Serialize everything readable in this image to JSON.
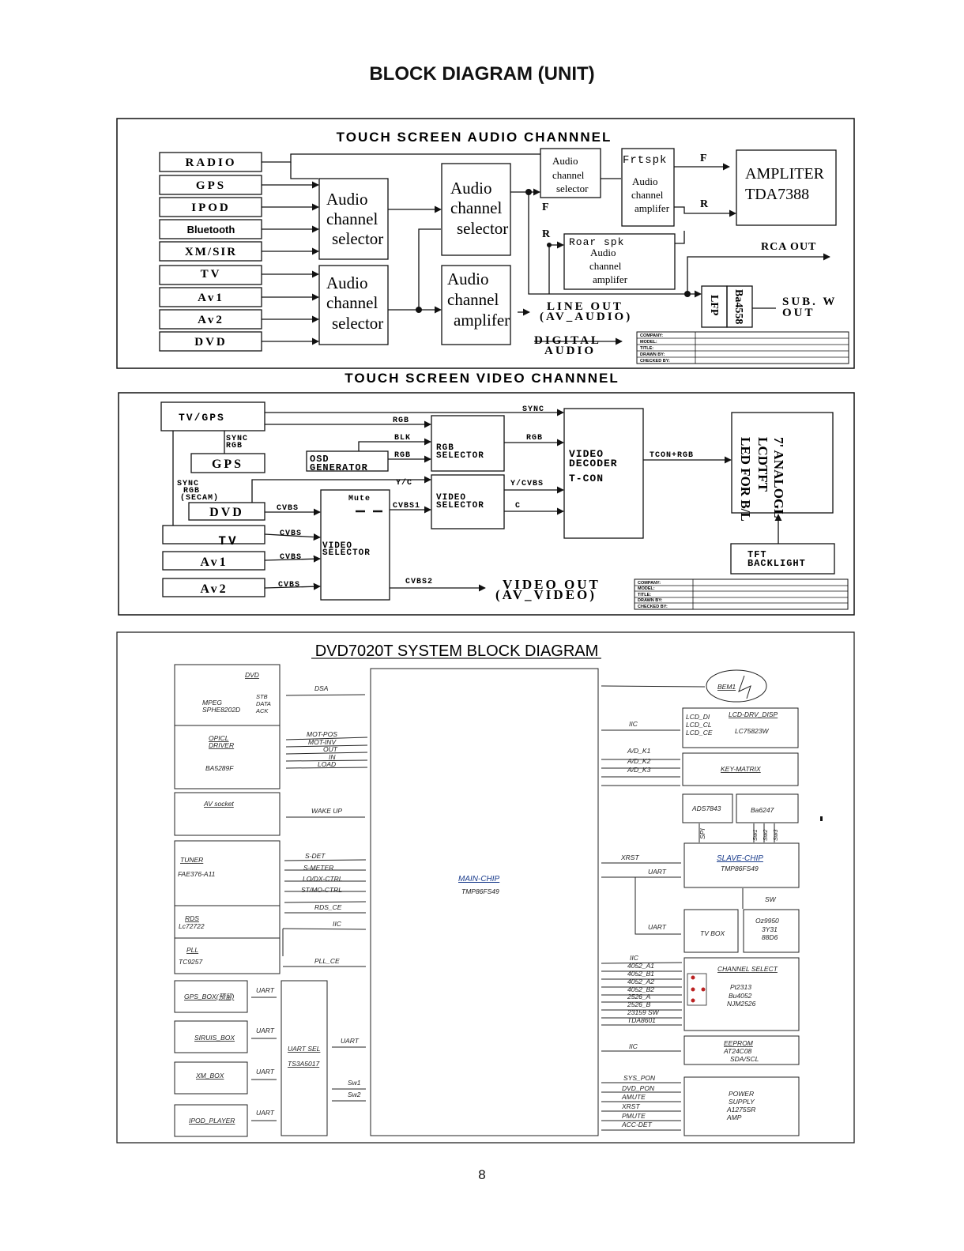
{
  "page": {
    "title": "BLOCK DIAGRAM (UNIT)",
    "page_number": "8"
  },
  "audio": {
    "title": "TOUCH SCREEN AUDIO CHANNNEL",
    "inputs": [
      "RADIO",
      "GPS",
      "IPOD",
      "Bluetooth",
      "XM/SIR",
      "TV",
      "Av1",
      "Av2",
      "DVD"
    ],
    "sel1": [
      "Audio",
      "channel",
      "selector"
    ],
    "sel2": [
      "Audio",
      "channel",
      "selector"
    ],
    "sel3": [
      "Audio",
      "channel",
      "selector"
    ],
    "amp_main": [
      "Audio",
      "channel",
      "amplifer"
    ],
    "amp_rear_label": "Roar spk",
    "amp_rear": [
      "Audio",
      "channel",
      "amplifer"
    ],
    "frt_label": "Frtspk",
    "amp_front": [
      "Audio",
      "channel",
      "amplifer"
    ],
    "ampliter": [
      "AMPLITER",
      "TDA7388"
    ],
    "f1": "F",
    "f2": "F",
    "r1": "R",
    "r2": "R",
    "rca_out": "RCA OUT",
    "lfp": "LFP",
    "ba": "Ba4558",
    "sub_out": [
      "SUB. W",
      "OUT"
    ],
    "line_out": [
      "LINE OUT",
      "(AV_AUDIO)"
    ],
    "digital_audio": [
      "DIGITAL",
      "AUDIO"
    ],
    "titleblock": [
      "COMPANY:",
      "MODEL:",
      "TITLE:",
      "DRAWN BY:",
      "CHECKED BY:"
    ]
  },
  "video": {
    "title": "TOUCH SCREEN VIDEO  CHANNNEL",
    "tvgps": "TV/GPS",
    "gps": "GPS",
    "dvd": "DVD",
    "tv": "TV",
    "av1": "Av1",
    "av2": "Av2",
    "sync_rgb": [
      "SYNC",
      "RGB"
    ],
    "sync_rgb_secam": [
      "SYNC",
      "RGB",
      "(SECAM)"
    ],
    "osd": [
      "OSD",
      "GENERATOR"
    ],
    "rgb_selector": [
      "RGB",
      "SELECTOR"
    ],
    "video_selector": [
      "VIDEO",
      "SELECTOR"
    ],
    "video_selector_low": [
      "VIDEO",
      "SELECTOR"
    ],
    "decoder": [
      "VIDEO",
      "DECODER",
      "T-CON"
    ],
    "lcd": [
      "7' ANALOGL",
      "LCDTFT",
      "LED FOR B/L"
    ],
    "backlight": [
      "TFT",
      "BACKLIGHT"
    ],
    "mute": "Mute",
    "lbl_rgb1": "RGB",
    "lbl_blk": "BLK",
    "lbl_rgb2": "RGB",
    "lbl_sync": "SYNC",
    "lbl_rgb3": "RGB",
    "lbl_yc": "Y/C",
    "lbl_ycvbs": "Y/CVBS",
    "lbl_c": "C",
    "lbl_tcon": "TCON+RGB",
    "lbl_cvbs1": "CVBS1",
    "lbl_cvbs_dvd": "CVBS",
    "lbl_cvbs_tv": "CVBS",
    "lbl_cvbs_av1": "CVBS",
    "lbl_cvbs_av2": "CVBS",
    "lbl_cvbs2": "CVBS2",
    "video_out": [
      "VIDEO OUT",
      "(AV_VIDEO)"
    ],
    "titleblock": [
      "COMPANY:",
      "MODEL:",
      "TITLE:",
      "DRAWN BY:",
      "CHECKED BY:"
    ]
  },
  "system": {
    "title": "DVD7020T SYSTEM BLOCK DIAGRAM",
    "dvd": {
      "title": "DVD",
      "mpeg": [
        "MPEG",
        "SPHE8202D"
      ],
      "sigs": [
        "STB",
        "DATA",
        "ACK"
      ]
    },
    "opicl": {
      "title": [
        "OPICL",
        "DRIVER"
      ],
      "part": "BA5289F"
    },
    "av_socket": "AV socket",
    "tuner": {
      "title": "TUNER",
      "part": "FAE376-A11"
    },
    "rds": {
      "title": "RDS",
      "part": "Lc72722"
    },
    "pll": {
      "title": "PLL",
      "part": "TC9257"
    },
    "boxes_left": [
      "GPS_BOX(预留)",
      "SIRUIS_BOX",
      "XM_BOX",
      "IPOD_PLAYER"
    ],
    "uart_left": [
      "UART",
      "UART",
      "UART",
      "UART"
    ],
    "uart_sel": [
      "UART SEL",
      "TS3A5017"
    ],
    "uart_sel_out": "UART",
    "sw1": "Sw1",
    "sw2": "Sw2",
    "sig_dsa": "DSA",
    "sig_mot": [
      "MOT-POS",
      "MOT-INV",
      "OUT",
      "IN",
      "LOAD"
    ],
    "sig_wake": "WAKE UP",
    "sig_tuner": [
      "S-DET",
      "S-METER",
      "LO/DX-CTRL",
      "ST/MO-CTRL",
      "RDS_CE"
    ],
    "sig_iic_rds": "IIC",
    "sig_pll": "PLL_CE",
    "main_chip": {
      "title": "MAIN-CHIP",
      "part": "TMP86FS49"
    },
    "bem": "BEM1",
    "lcd": {
      "title": "LCD-DRV_DISP",
      "part": "LC75823W",
      "sigs": [
        "LCD_DI",
        "LCD_CL",
        "LCD_CE"
      ]
    },
    "iic1": "IIC",
    "ad": [
      "A/D_K1",
      "A/D_K2",
      "A/D_K3"
    ],
    "key_matrix": "KEY-MATRIX",
    "ads": "ADS7843",
    "ba6247": "Ba6247",
    "spi": "SPI",
    "sw123": [
      "Sw1",
      "Sw2",
      "Sw3"
    ],
    "xrst": "XRST",
    "uart_r1": "UART",
    "slave": {
      "title": "SLAVE-CHIP",
      "part": "TMP86FS49"
    },
    "sw": "SW",
    "uart_r2": "UART",
    "tvbox": "TV BOX",
    "oz": [
      "Oz9950",
      "3Y31",
      "88D6"
    ],
    "ch_sigs": [
      "IIC",
      "4052_A1",
      "4052_B1",
      "4052_A2",
      "4052_B2",
      "2526_A",
      "2526_B",
      "23159 SW",
      "TDA8601"
    ],
    "channel_select": {
      "title": "CHANNEL SELECT",
      "parts": [
        "Pt2313",
        "Bu4052",
        "NJM2526"
      ]
    },
    "iic_eeprom": "IIC",
    "eeprom": [
      "EEPROM",
      "AT24C08",
      "SDA/SCL"
    ],
    "power_sigs": [
      "SYS_PON",
      "DVD_PON",
      "AMUTE",
      "XRST",
      "PMUTE",
      "ACC-DET"
    ],
    "power": [
      "POWER",
      "SUPPLY",
      "A1275SR",
      "AMP"
    ]
  }
}
